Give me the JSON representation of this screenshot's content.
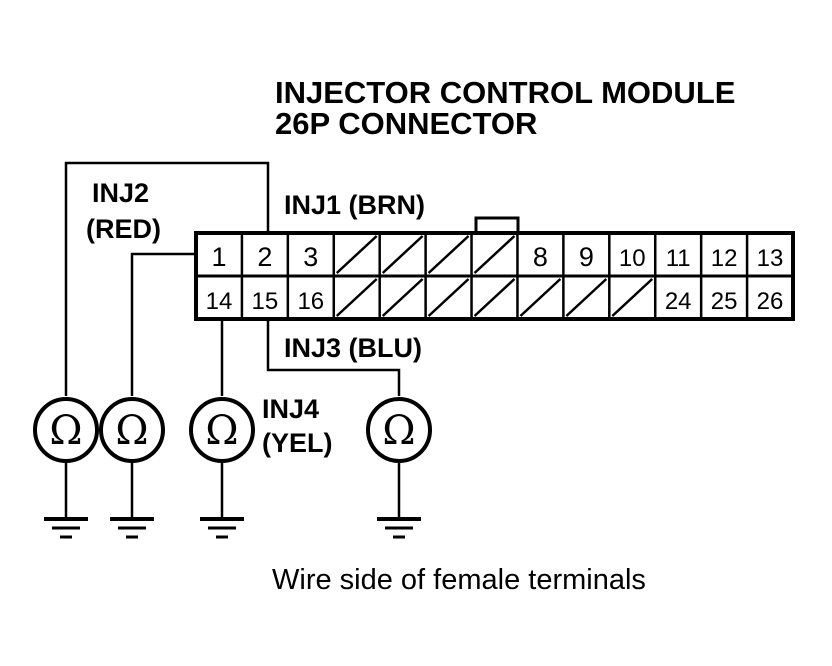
{
  "title": {
    "line1": "INJECTOR CONTROL MODULE",
    "line2": "26P CONNECTOR"
  },
  "wires": {
    "inj1": "INJ1 (BRN)",
    "inj2_line1": "INJ2",
    "inj2_line2": "(RED)",
    "inj3": "INJ3 (BLU)",
    "inj4_line1": "INJ4",
    "inj4_line2": "(YEL)"
  },
  "connector": {
    "top_row": [
      "1",
      "2",
      "3",
      "",
      "",
      "",
      "",
      "8",
      "9",
      "10",
      "11",
      "12",
      "13"
    ],
    "bottom_row": [
      "14",
      "15",
      "16",
      "",
      "",
      "",
      "",
      "",
      "",
      "",
      "24",
      "25",
      "26"
    ]
  },
  "meter_symbol": "Ω",
  "caption": "Wire side of female terminals"
}
